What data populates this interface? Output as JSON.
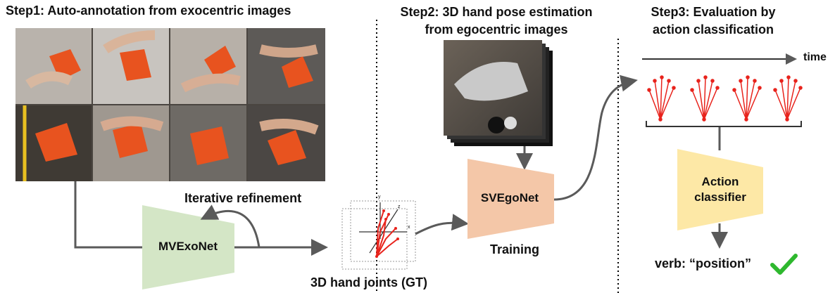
{
  "step1": {
    "title": "Step1: Auto-annotation from exocentric images"
  },
  "step2": {
    "title_line1": "Step2: 3D hand pose estimation",
    "title_line2": "from egocentric images"
  },
  "step3": {
    "title_line1": "Step3: Evaluation by",
    "title_line2": "action classification"
  },
  "labels": {
    "iterative_refinement": "Iterative refinement",
    "mvexonet": "MVExoNet",
    "svegonet": "SVEgoNet",
    "training": "Training",
    "hand_joints_gt": "3D hand joints (GT)",
    "time": "time",
    "action_classifier_line1": "Action",
    "action_classifier_line2": "classifier",
    "verb": "verb: “position”"
  },
  "axes": {
    "x": "x",
    "y": "y",
    "z": "z"
  },
  "colors": {
    "mvexonet_fill": "#d4e6c6",
    "svegonet_fill": "#f4c7a8",
    "classifier_fill": "#fde8a6",
    "arrow": "#5a5a5a",
    "joint_red": "#e8231c",
    "check_green": "#2eb82e",
    "divider": "#000000"
  }
}
